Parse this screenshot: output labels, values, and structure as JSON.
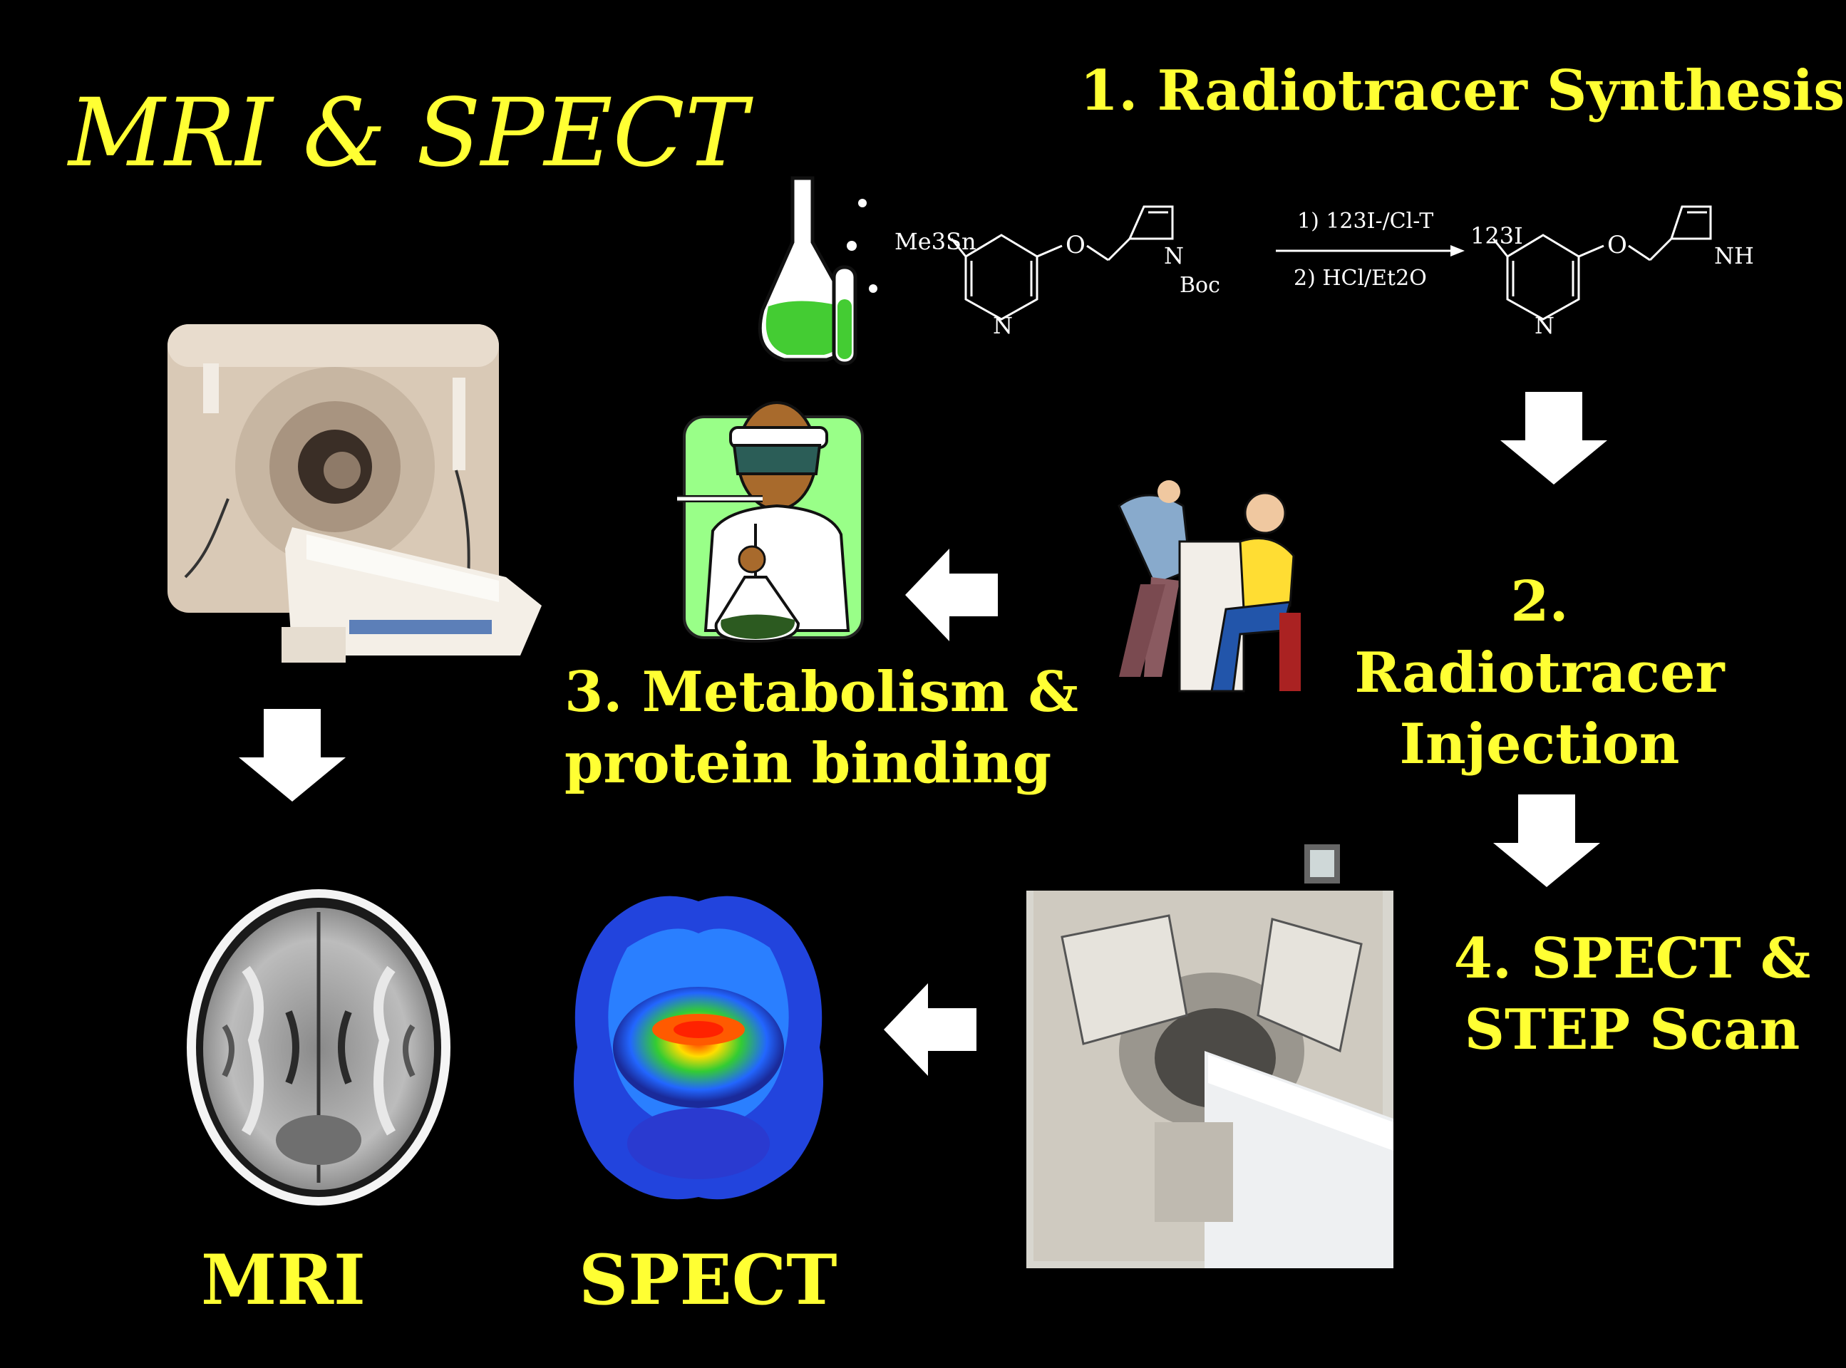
{
  "title": "MRI & SPECT",
  "steps": {
    "synthesis": "1. Radiotracer Synthesis",
    "injection_line1": "2. Radiotracer",
    "injection_line2": "Injection",
    "metabolism_line1": "3. Metabolism &",
    "metabolism_line2": "protein binding",
    "scan_line1": "4. SPECT &",
    "scan_line2": "STEP Scan"
  },
  "images": {
    "mri_label": "MRI",
    "spect_label": "SPECT"
  },
  "reaction": {
    "reactant_substituent": "Me3Sn",
    "oxygen": "O",
    "ring_nitrogen": "N",
    "protecting_group": "Boc",
    "condition_1": "1) 123I-/Cl-T",
    "condition_2": "2) HCl/Et2O",
    "product_substituent": "123I",
    "product_amine": "NH"
  },
  "colors": {
    "background": "#000000",
    "label_yellow": "#ffff33",
    "arrow": "#ffffff"
  }
}
